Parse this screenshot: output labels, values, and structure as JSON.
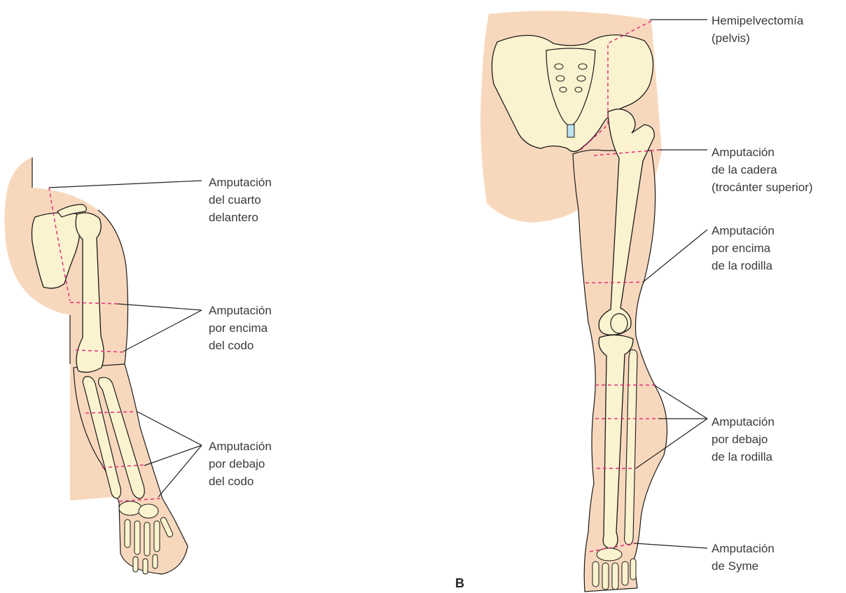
{
  "panel_label": "B",
  "arm": {
    "labels": [
      {
        "id": "forequarter",
        "text": "Amputación\ndel cuarto\ndelantero"
      },
      {
        "id": "above-elbow",
        "text": "Amputación\npor encima\ndel codo"
      },
      {
        "id": "below-elbow",
        "text": "Amputación\npor debajo\ndel codo"
      }
    ]
  },
  "leg": {
    "labels": [
      {
        "id": "hemipelvectomy",
        "text": "Hemipelvectomía\n(pelvis)"
      },
      {
        "id": "hip",
        "text": "Amputación\nde la cadera\n(trocánter superior)"
      },
      {
        "id": "above-knee",
        "text": "Amputación\npor encima\nde la rodilla"
      },
      {
        "id": "below-knee",
        "text": "Amputación\npor debajo\nde la rodilla"
      },
      {
        "id": "syme",
        "text": "Amputación\nde Syme"
      }
    ]
  },
  "colors": {
    "skin": "#f8d8bd",
    "bone": "#fbf3cf",
    "outline": "#1a1a1a",
    "cut_line": "#e0307a",
    "leader": "#222222"
  }
}
